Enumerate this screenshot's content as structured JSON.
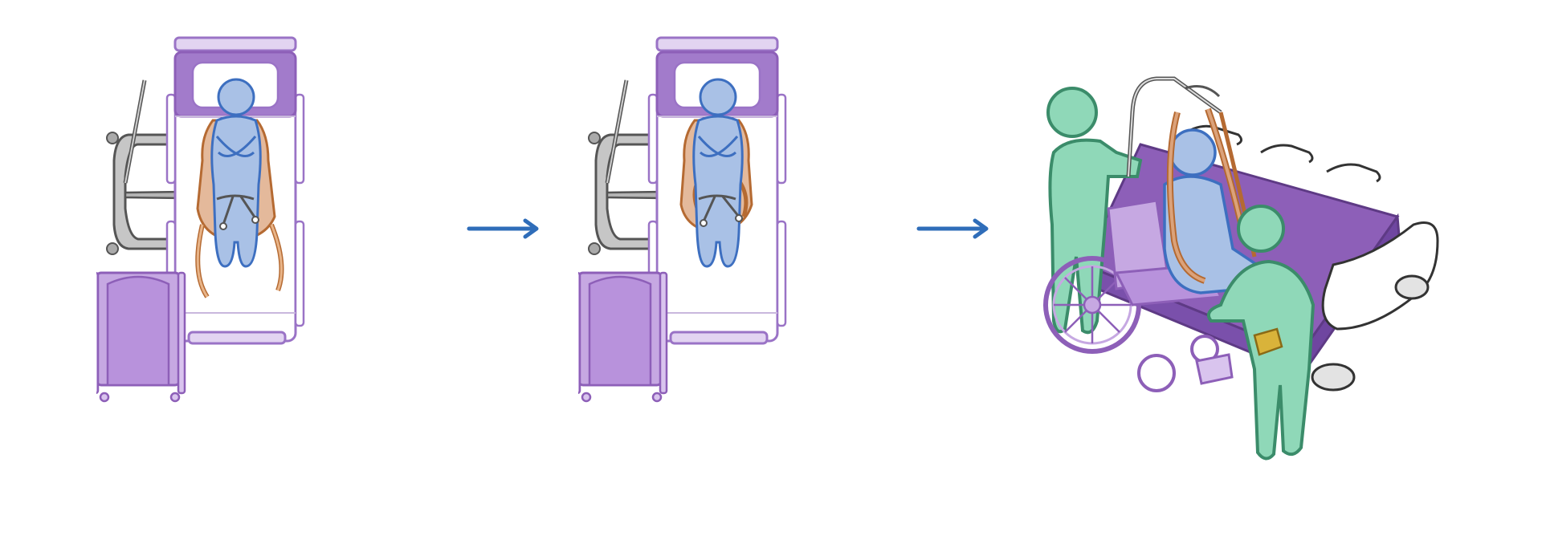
{
  "figure": {
    "panels": [
      {
        "id": "step-1",
        "view": "top",
        "sling_straps": "loose"
      },
      {
        "id": "step-2",
        "view": "top",
        "sling_straps": "attached"
      },
      {
        "id": "step-3",
        "view": "isometric",
        "caregivers": 2
      }
    ],
    "arrows": 2
  },
  "colors": {
    "bed_purple": "#8d5fb8",
    "bed_light": "#c8b2e0",
    "bed_outline": "#9a73c6",
    "patient_blue": "#a9c1e6",
    "patient_outline": "#3d6fc0",
    "sling_orange": "#dba27a",
    "sling_outline": "#b56a32",
    "lift_gray": "#c6c6c6",
    "lift_outline": "#555555",
    "caregiver_green": "#8fd8b8",
    "caregiver_outline": "#3b8c6a",
    "arrow_blue": "#2f6db9",
    "wheelchair_purple": "#c6a8e2"
  }
}
